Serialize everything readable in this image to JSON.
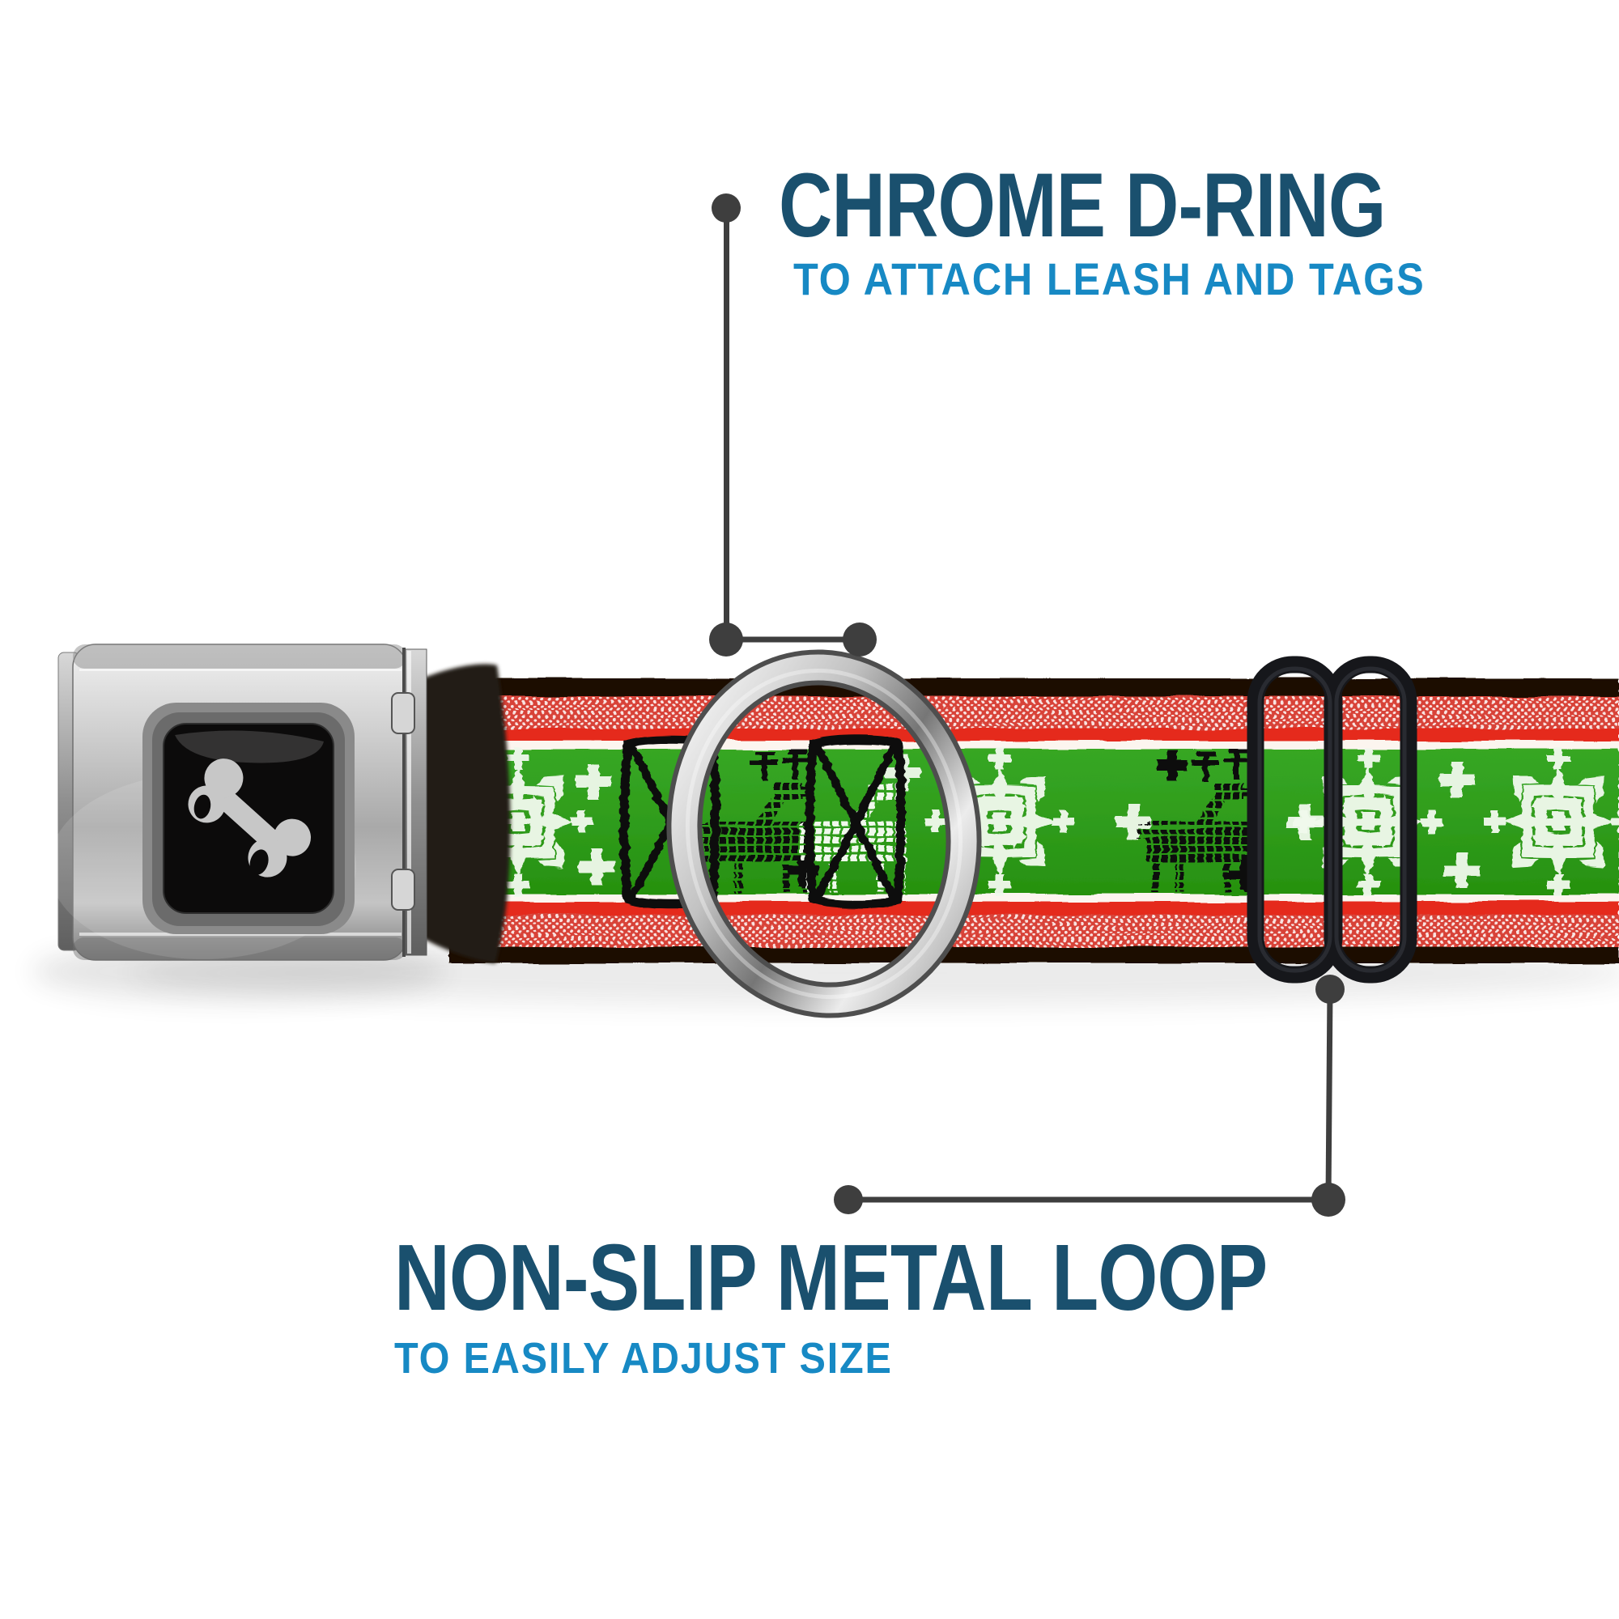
{
  "callouts": {
    "d_ring": {
      "title": "CHROME D-RING",
      "subtitle": "TO ATTACH LEASH AND TAGS"
    },
    "metal_loop": {
      "title": "NON-SLIP METAL LOOP",
      "subtitle": "TO EASILY ADJUST SIZE"
    },
    "title_color": "#1a506e",
    "subtitle_color": "#1789c4",
    "line_color": "#3e3e3e"
  },
  "product": {
    "parts": {
      "buckle": "seatbelt-buckle",
      "buckle_logo_icon": "dog-bone-icon",
      "d_ring": "chrome-d-ring",
      "slider": "black-metal-loop",
      "webbing": "christmas-sweater-pattern-collar"
    },
    "pattern": {
      "style": "christmas-sweater-cross-stitch",
      "motif_icons": [
        "snowflake-icon",
        "reindeer-icon",
        "crossed-box-icon",
        "plus-stitch-icon"
      ],
      "colors": {
        "green": "#2f9c1c",
        "solid_red": "#e52a1d",
        "dotted_red": "#d84338",
        "stitch_white": "#f0f9ec",
        "edge_black": "#1a0e06",
        "motif_black": "#0c0c0c"
      }
    }
  }
}
